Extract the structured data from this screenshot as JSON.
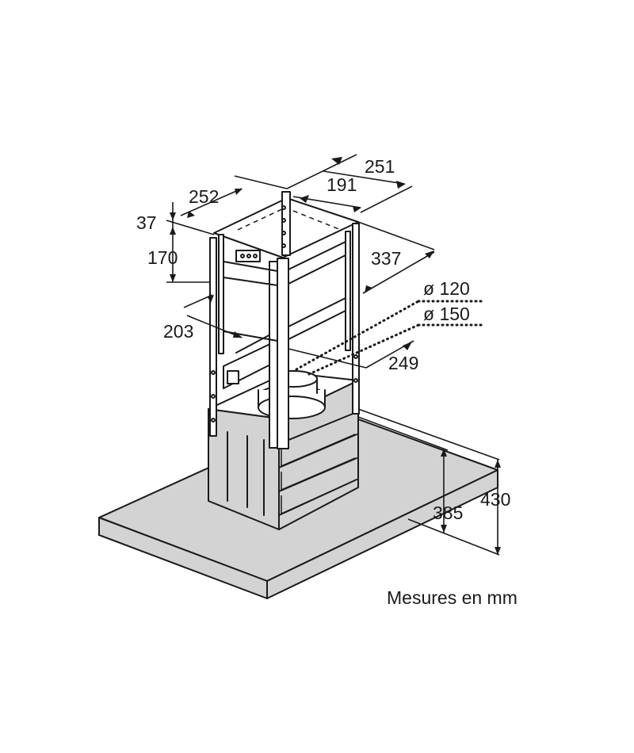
{
  "dimensions": {
    "d251": "251",
    "d191": "191",
    "d252": "252",
    "d37": "37",
    "d170": "170",
    "d337": "337",
    "d120": "ø 120",
    "d150": "ø 150",
    "d203": "203",
    "d249": "249",
    "d430": "430",
    "d385": "385"
  },
  "caption": "Mesures en mm"
}
